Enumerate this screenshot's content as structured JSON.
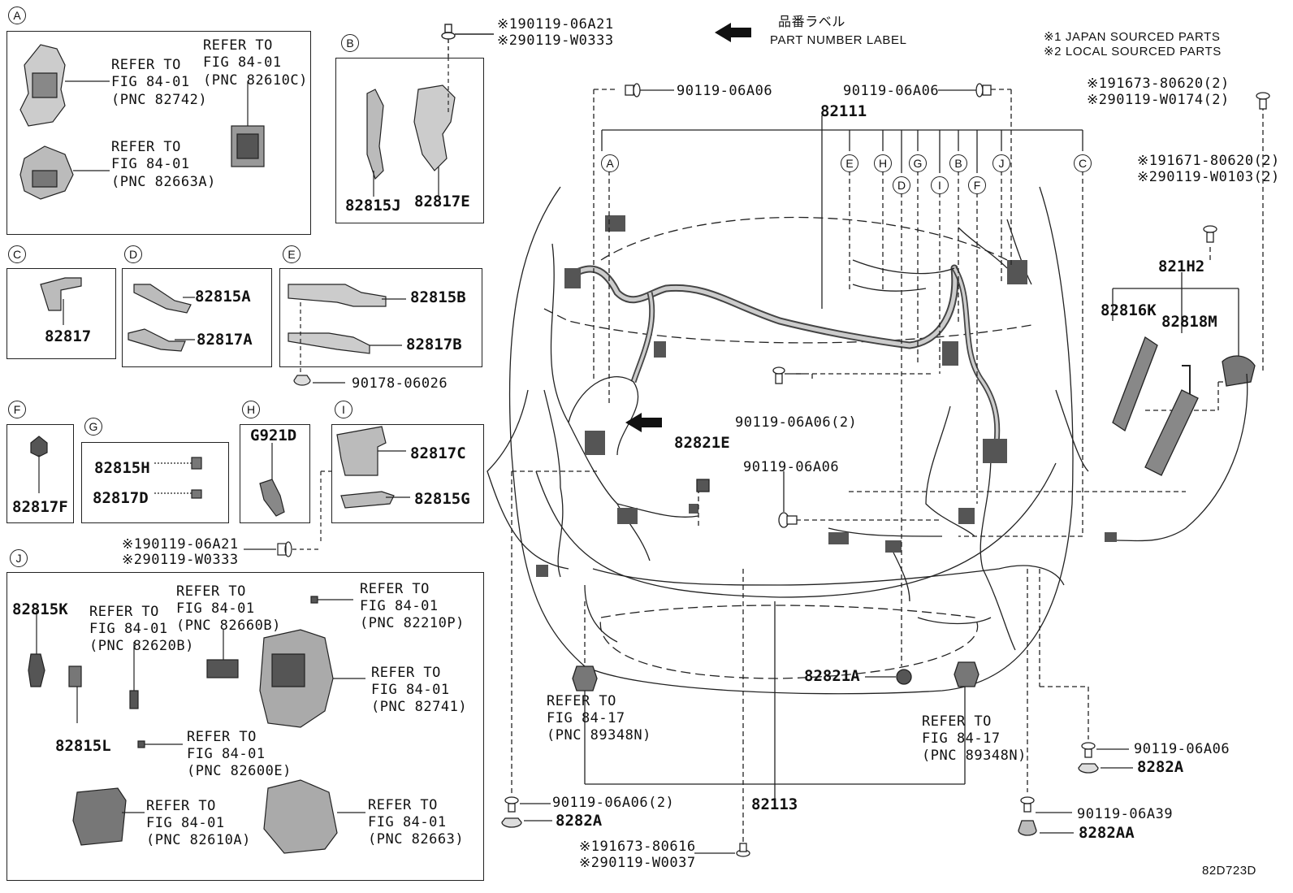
{
  "header": {
    "label_jp": "品番ラベル",
    "label_en": "PART NUMBER LABEL",
    "note1": "※1 JAPAN SOURCED PARTS",
    "note2": "※2 LOCAL SOURCED PARTS"
  },
  "callouts": [
    "A",
    "B",
    "C",
    "D",
    "E",
    "F",
    "G",
    "H",
    "I",
    "J"
  ],
  "panels": {
    "A": {
      "ref1": [
        "REFER TO",
        "FIG 84-01",
        "(PNC 82742)"
      ],
      "ref2": [
        "REFER TO",
        "FIG 84-01",
        "(PNC 82610C)"
      ],
      "ref3": [
        "REFER TO",
        "FIG 84-01",
        "(PNC 82663A)"
      ]
    },
    "B": {
      "p1": "82815J",
      "p2": "82817E"
    },
    "C": {
      "p1": "82817"
    },
    "D": {
      "p1": "82815A",
      "p2": "82817A"
    },
    "E": {
      "p1": "82815B",
      "p2": "82817B",
      "p3": "90178-06026"
    },
    "F": {
      "p1": "82817F"
    },
    "G": {
      "p1": "82815H",
      "p2": "82817D"
    },
    "H": {
      "p1": "G921D"
    },
    "I": {
      "p1": "82817C",
      "p2": "82815G"
    },
    "bolt_i": [
      "※190119-06A21",
      "※290119-W0333"
    ],
    "J": {
      "p1": "82815K",
      "p2": "82815L",
      "ref1": [
        "REFER TO",
        "FIG 84-01",
        "(PNC 82620B)"
      ],
      "ref2": [
        "REFER TO",
        "FIG 84-01",
        "(PNC 82660B)"
      ],
      "ref3": [
        "REFER TO",
        "FIG 84-01",
        "(PNC 82210P)"
      ],
      "ref4": [
        "REFER TO",
        "FIG 84-01",
        "(PNC 82741)"
      ],
      "ref5": [
        "REFER TO",
        "FIG 84-01",
        "(PNC 82600E)"
      ],
      "ref6": [
        "REFER TO",
        "FIG 84-01",
        "(PNC 82610A)"
      ],
      "ref7": [
        "REFER TO",
        "FIG 84-01",
        "(PNC 82663)"
      ]
    }
  },
  "main": {
    "bolt_top": [
      "※190119-06A21",
      "※290119-W0333"
    ],
    "b1": "90119-06A06",
    "b2": "90119-06A06",
    "harness": "82111",
    "b3": [
      "※191673-80620(2)",
      "※290119-W0174(2)"
    ],
    "b4": [
      "※191671-80620(2)",
      "※290119-W0103(2)"
    ],
    "p821h2": "821H2",
    "p82816k": "82816K",
    "p82818m": "82818M",
    "b5": "90119-06A06(2)",
    "p82821e": "82821E",
    "b6": "90119-06A06",
    "p82821a": "82821A",
    "ref_l": [
      "REFER TO",
      "FIG 84-17",
      "(PNC 89348N)"
    ],
    "ref_r": [
      "REFER TO",
      "FIG 84-17",
      "(PNC 89348N)"
    ],
    "b7": "90119-06A06",
    "p8282a_r": "8282A",
    "b8": "90119-06A06(2)",
    "p8282a_l": "8282A",
    "p82113": "82113",
    "b9": "90119-06A39",
    "p8282aa": "8282AA",
    "b10": [
      "※191673-80616",
      "※290119-W0037"
    ],
    "code": "82D723D"
  }
}
